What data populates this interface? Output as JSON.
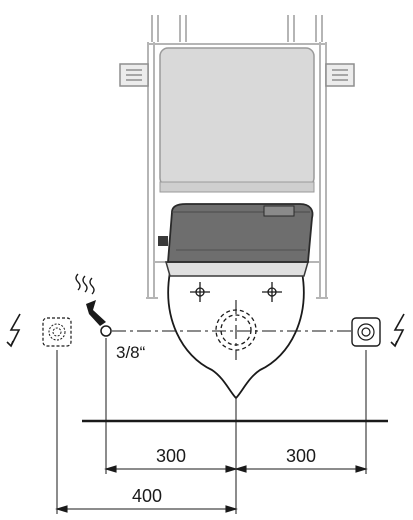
{
  "drawing": {
    "pipe_size_label": "3/8“",
    "dimensions": {
      "left_offset": "300",
      "right_offset": "300",
      "outer_offset": "400"
    },
    "icons": [
      "power-supply-icon",
      "water-inlet-icon",
      "electrical-socket-icon"
    ],
    "colors": {
      "line": "#1a1a1a",
      "frame": "#b0b0b0",
      "cistern_fill": "#d9d9d9",
      "seat_fill": "#6e6e6e"
    }
  }
}
